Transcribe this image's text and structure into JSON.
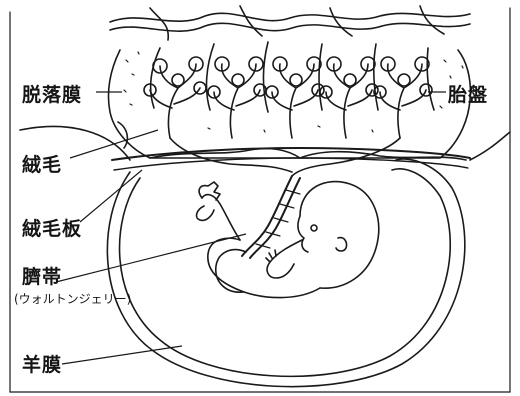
{
  "labels": {
    "decidua": "脱落膜",
    "placenta": "胎盤",
    "villi": "絨毛",
    "chorionic_plate": "絨毛板",
    "umbilical_cord": "臍帯",
    "wharton_jelly": "(ウォルトンジェリー)",
    "amnion": "羊膜"
  }
}
